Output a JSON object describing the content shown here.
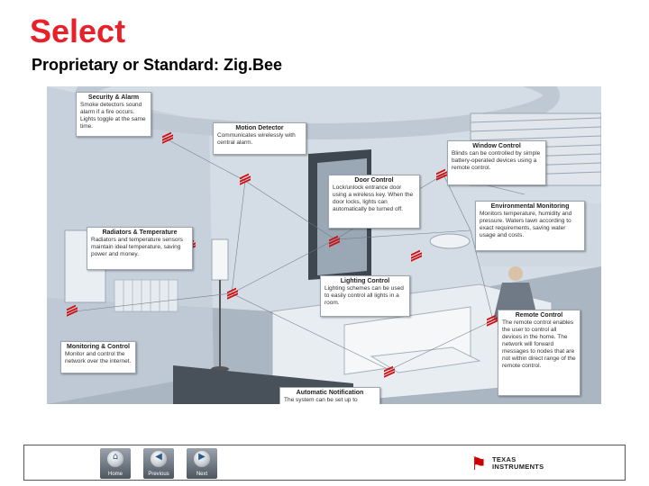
{
  "slide": {
    "title": "Select",
    "subtitle": "Proprietary or Standard: Zig.Bee"
  },
  "callouts": [
    {
      "id": "security",
      "title": "Security & Alarm",
      "body": "Smoke detectors sound alarm if a fire occurs. Lights toggle at the same time."
    },
    {
      "id": "motion",
      "title": "Motion Detector",
      "body": "Communicates wirelessly with central alarm."
    },
    {
      "id": "window",
      "title": "Window Control",
      "body": "Blinds can be controlled by simple battery-operated devices using a remote control."
    },
    {
      "id": "door",
      "title": "Door Control",
      "body": "Lock/unlock entrance door using a wireless key. When the door locks, lights can automatically be turned off."
    },
    {
      "id": "environment",
      "title": "Environmental Monitoring",
      "body": "Monitors temperature, humidity and pressure. Waters lawn according to exact requirements, saving water usage and costs."
    },
    {
      "id": "radiators",
      "title": "Radiators & Temperature",
      "body": "Radiators and temperature sensors maintain ideal temperature, saving power and money."
    },
    {
      "id": "lighting",
      "title": "Lighting Control",
      "body": "Lighting schemes can be used to easily control all lights in a room."
    },
    {
      "id": "remote",
      "title": "Remote Control",
      "body": "The remote control enables the user to control all devices in the home. The network will forward messages to nodes that are not within direct range of the remote control."
    },
    {
      "id": "monitoring",
      "title": "Monitoring & Control",
      "body": "Monitor and control the network over the internet."
    },
    {
      "id": "notification",
      "title": "Automatic Notification",
      "body": "The system can be set up to automatically contact the owner if problems occur."
    }
  ],
  "nav": {
    "home_label": "Home",
    "previous_label": "Previous",
    "next_label": "Next"
  },
  "logo": {
    "line1": "TEXAS",
    "line2": "INSTRUMENTS"
  },
  "colors": {
    "title": "#e8202a",
    "accent_red": "#cc0000"
  }
}
